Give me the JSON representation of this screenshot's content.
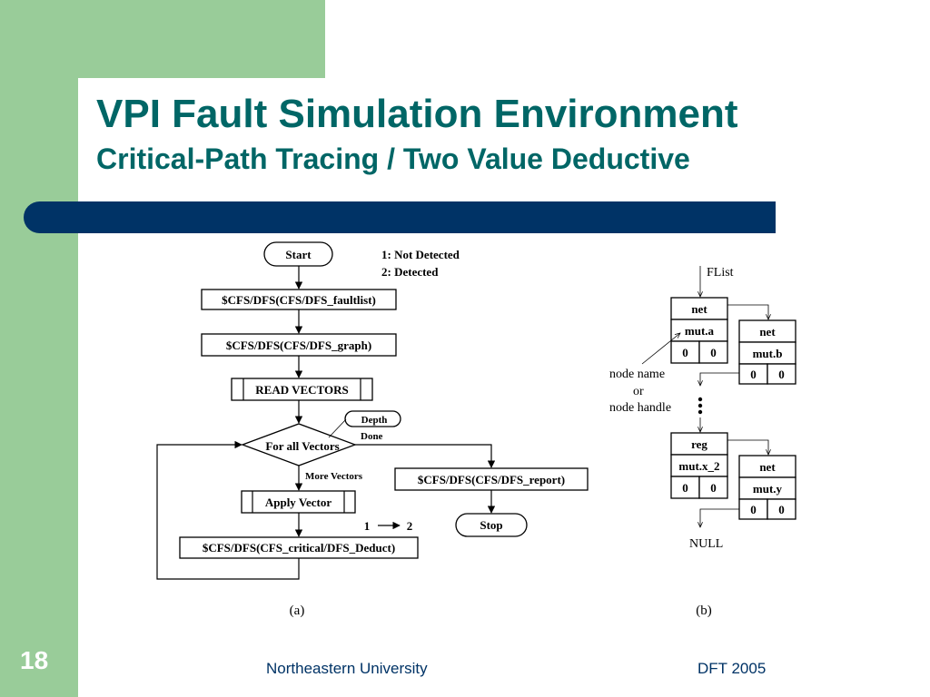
{
  "slide": {
    "title": "VPI Fault Simulation Environment",
    "subtitle": "Critical-Path Tracing / Two Value Deductive",
    "slide_number": "18",
    "footer_left": "Northeastern University",
    "footer_right": "DFT 2005"
  },
  "flowchart": {
    "start": "Start",
    "legend_1": "1: Not Detected",
    "legend_2": "2: Detected",
    "faultlist": "$CFS/DFS(CFS/DFS_faultlist)",
    "graph": "$CFS/DFS(CFS/DFS_graph)",
    "read_vectors": "READ VECTORS",
    "depth": "Depth",
    "done": "Done",
    "for_all_vectors": "For all Vectors",
    "more_vectors": "More Vectors",
    "report": "$CFS/DFS(CFS/DFS_report)",
    "apply_vector": "Apply Vector",
    "transition_from": "1",
    "transition_to": "2",
    "stop": "Stop",
    "deduct": "$CFS/DFS(CFS_critical/DFS_Deduct)",
    "caption": "(a)"
  },
  "flist": {
    "head_label": "FList",
    "node1": {
      "type": "net",
      "name": "mut.a",
      "v1": "0",
      "v2": "0"
    },
    "node2": {
      "type": "net",
      "name": "mut.b",
      "v1": "0",
      "v2": "0"
    },
    "node3": {
      "type": "reg",
      "name": "mut.x_2",
      "v1": "0",
      "v2": "0"
    },
    "node4": {
      "type": "net",
      "name": "mut.y",
      "v1": "0",
      "v2": "0"
    },
    "annotation_line1": "node name",
    "annotation_line2": "or",
    "annotation_line3": "node handle",
    "terminator": "NULL",
    "caption": "(b)"
  }
}
